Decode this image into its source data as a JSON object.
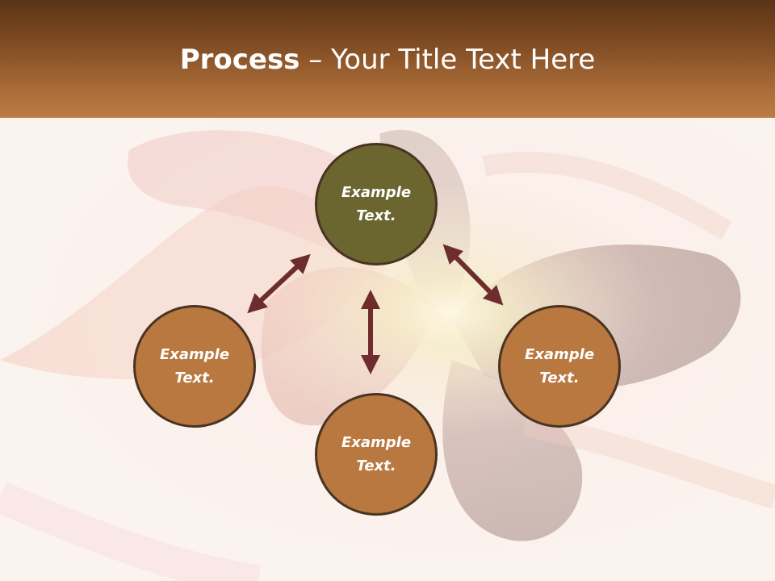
{
  "title": {
    "bold": "Process",
    "rest": " – Your Title Text Here"
  },
  "nodes": [
    {
      "label": "Example Text."
    },
    {
      "label": "Example Text."
    },
    {
      "label": "Example Text."
    },
    {
      "label": "Example Text."
    }
  ],
  "colors": {
    "header": "#8a532a",
    "center_node": "#6b6630",
    "outer_node": "#b87840",
    "arrow": "#6e2d2d",
    "node_border": "#4a3320"
  },
  "icons": {
    "arrows": "double-headed-arrow"
  }
}
